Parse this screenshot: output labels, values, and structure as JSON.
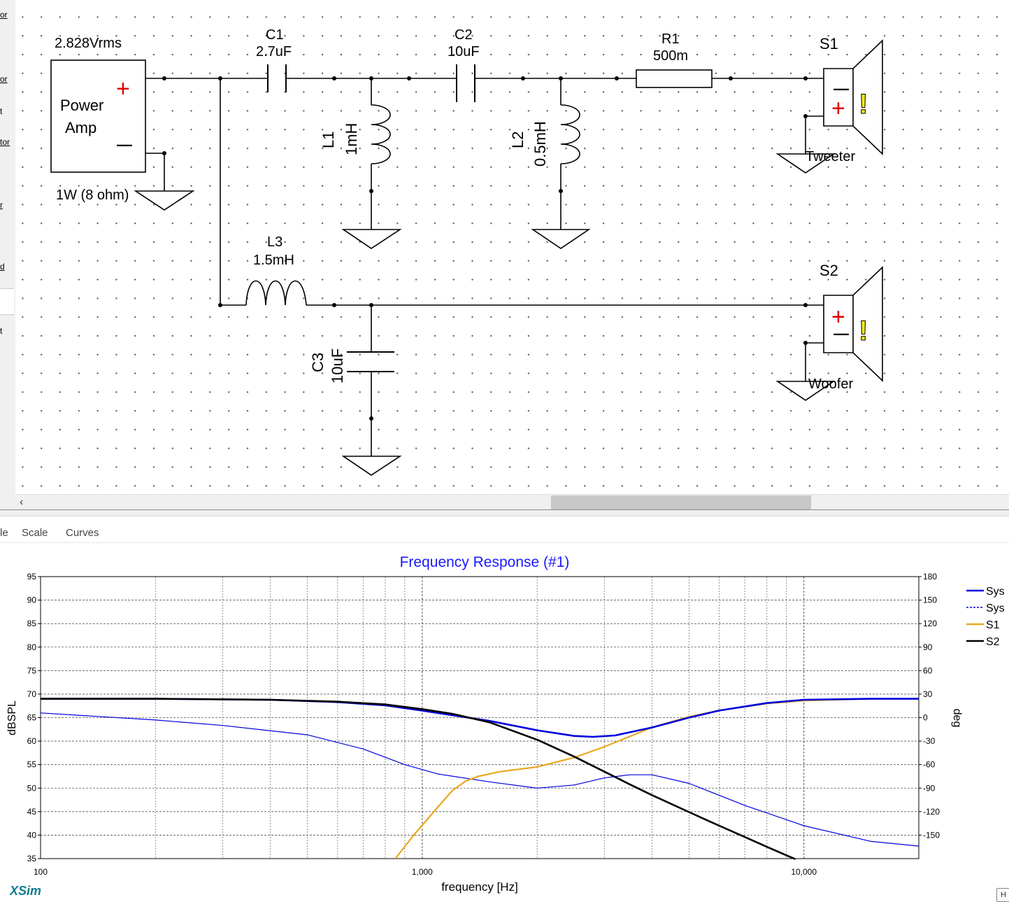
{
  "sidebar": {
    "items": [
      {
        "label": "or"
      },
      {
        "label": "or"
      },
      {
        "label": "t"
      },
      {
        "label": "tor"
      },
      {
        "label": "r"
      },
      {
        "label": "d"
      },
      {
        "label": "t"
      }
    ]
  },
  "schematic": {
    "source": {
      "voltage": "2.828Vrms",
      "line1": "Power",
      "line2": "Amp",
      "rating": "1W (8 ohm)",
      "plus": "+",
      "minus": "—"
    },
    "c1": {
      "name": "C1",
      "value": "2.7uF"
    },
    "c2": {
      "name": "C2",
      "value": "10uF"
    },
    "r1": {
      "name": "R1",
      "value": "500m"
    },
    "l1": {
      "name": "L1",
      "value": "1mH"
    },
    "l2": {
      "name": "L2",
      "value": "0.5mH"
    },
    "l3": {
      "name": "L3",
      "value": "1.5mH"
    },
    "c3": {
      "name": "C3",
      "value": "10uF"
    },
    "s1": {
      "name": "S1",
      "label": "Tweeter",
      "plus": "+",
      "minus": "—",
      "warn": "!"
    },
    "s2": {
      "name": "S2",
      "label": "Woofer",
      "plus": "+",
      "minus": "—",
      "warn": "!"
    }
  },
  "scrollbar": {
    "left_arrow": "‹"
  },
  "menubar": {
    "items": [
      {
        "label": "le"
      },
      {
        "label": "Scale"
      },
      {
        "label": "Curves"
      }
    ]
  },
  "chart_data": {
    "type": "line",
    "title": "Frequency Response (#1)",
    "xlabel": "frequency [Hz]",
    "ylabel": "dBSPL",
    "y2label": "deg",
    "x_scale": "log",
    "xlim": [
      100,
      20000
    ],
    "ylim": [
      35,
      95
    ],
    "y2lim": [
      -180,
      180
    ],
    "x_ticks": [
      100,
      1000,
      10000
    ],
    "x_tick_labels": [
      "100",
      "1,000",
      "10,000"
    ],
    "y_ticks": [
      35,
      40,
      45,
      50,
      55,
      60,
      65,
      70,
      75,
      80,
      85,
      90,
      95
    ],
    "y2_ticks": [
      -150,
      -120,
      -90,
      -60,
      -30,
      0,
      30,
      60,
      90,
      120,
      150,
      180
    ],
    "grid": true,
    "legend_position": "right",
    "colors": {
      "title": "#1a1aff",
      "sys": "#0000dd",
      "s1": "#e8a820",
      "s2": "#000000"
    },
    "series": [
      {
        "name": "Sys",
        "axis": "left",
        "style": "solid",
        "x": [
          100,
          200,
          400,
          600,
          800,
          1000,
          1200,
          1500,
          2000,
          2500,
          2800,
          3200,
          4000,
          5000,
          6000,
          8000,
          10000,
          15000,
          20000
        ],
        "y": [
          69,
          69,
          68.8,
          68.3,
          67.6,
          66.5,
          65.5,
          64.3,
          62.3,
          61.1,
          60.9,
          61.2,
          62.9,
          65.0,
          66.5,
          68.1,
          68.8,
          69.0,
          69.0
        ]
      },
      {
        "name": "Sys",
        "axis": "right",
        "style": "dashed-legend",
        "x": [
          100,
          200,
          300,
          500,
          700,
          900,
          1100,
          1500,
          2000,
          2500,
          3000,
          3500,
          4000,
          5000,
          7000,
          10000,
          15000,
          20000
        ],
        "y": [
          6,
          -3,
          -10,
          -22,
          -40,
          -60,
          -72,
          -82,
          -90,
          -86,
          -77,
          -73,
          -73,
          -84,
          -112,
          -138,
          -158,
          -164
        ]
      },
      {
        "name": "S1",
        "axis": "left",
        "style": "solid",
        "x": [
          850,
          950,
          1100,
          1200,
          1300,
          1400,
          1600,
          2000,
          2500,
          3000,
          3500,
          4000,
          5000,
          6000,
          8000,
          10000,
          15000,
          20000
        ],
        "y": [
          35,
          40,
          46,
          49.5,
          51.5,
          52.5,
          53.5,
          54.5,
          56.5,
          58.8,
          61,
          62.9,
          65.2,
          66.5,
          68,
          68.6,
          69,
          69
        ]
      },
      {
        "name": "S2",
        "axis": "left",
        "style": "solid",
        "x": [
          100,
          200,
          400,
          600,
          800,
          1000,
          1200,
          1500,
          2000,
          2500,
          3000,
          3500,
          4000,
          5000,
          6000,
          7000,
          8000,
          9000,
          9500
        ],
        "y": [
          69,
          69,
          68.8,
          68.4,
          67.8,
          66.8,
          65.8,
          64,
          60.3,
          56.7,
          53.5,
          50.8,
          48.5,
          44.9,
          42,
          39.6,
          37.5,
          35.7,
          34.9
        ]
      }
    ]
  },
  "footer": {
    "brand": "XSim",
    "corner_label": "H"
  }
}
